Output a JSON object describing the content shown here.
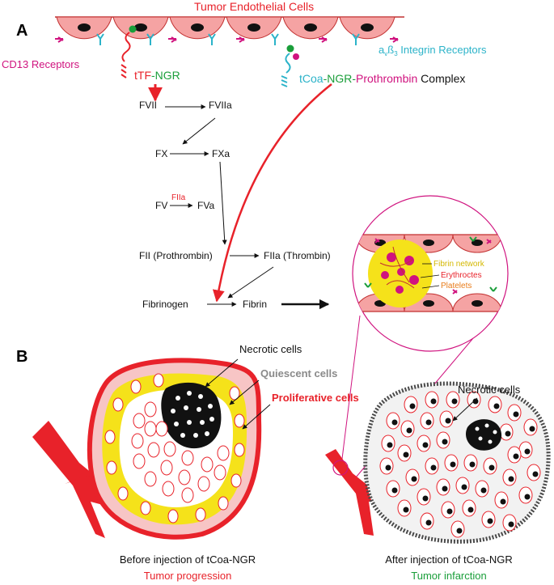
{
  "panel_a": {
    "letter": "A",
    "title": "Tumor Endothelial Cells",
    "cd13_label": "CD13 Receptors",
    "integrin_prefix": "a",
    "integrin_sub1": "v",
    "integrin_mid": "ß",
    "integrin_sub2": "3",
    "integrin_suffix": " Integrin Receptors",
    "ttf_part1": "tTF",
    "ttf_part2": "-NGR",
    "complex_part1": "tCoa",
    "complex_part2": "-NGR-",
    "complex_part3": "Prothrombin",
    "complex_part4": " Complex",
    "cascade": {
      "fvii": "FVII",
      "fviia": "FVIIa",
      "fx": "FX",
      "fxa": "FXa",
      "fv": "FV",
      "fiia_small": "FIIa",
      "fva": "FVa",
      "fii": "FII (Prothrombin)",
      "fiia": "FIIa (Thrombin)",
      "fibrinogen": "Fibrinogen",
      "fibrin": "Fibrin"
    },
    "inset": {
      "fibrin_network": "Fibrin network",
      "erythrocytes": "Erythroctes",
      "platelets": "Platelets"
    }
  },
  "panel_b": {
    "letter": "B",
    "necrotic_label": "Necrotic cells",
    "quiescent_label": "Quiescent cells",
    "proliferative_label": "Proliferative cells",
    "necrotic_label_right": "Necrotic cells",
    "caption_left": "Before injection of tCoa-NGR",
    "caption_left_sub": "Tumor progression",
    "caption_right": "After injection of tCoa-NGR",
    "caption_right_sub": "Tumor infarction"
  },
  "colors": {
    "cell_pink": "#f5a3a3",
    "red": "#e8222a",
    "magenta": "#d0137f",
    "cyan": "#2bb3c9",
    "green": "#1a9e3a",
    "yellow": "#f5e21a",
    "gray": "#8a8a8a"
  }
}
